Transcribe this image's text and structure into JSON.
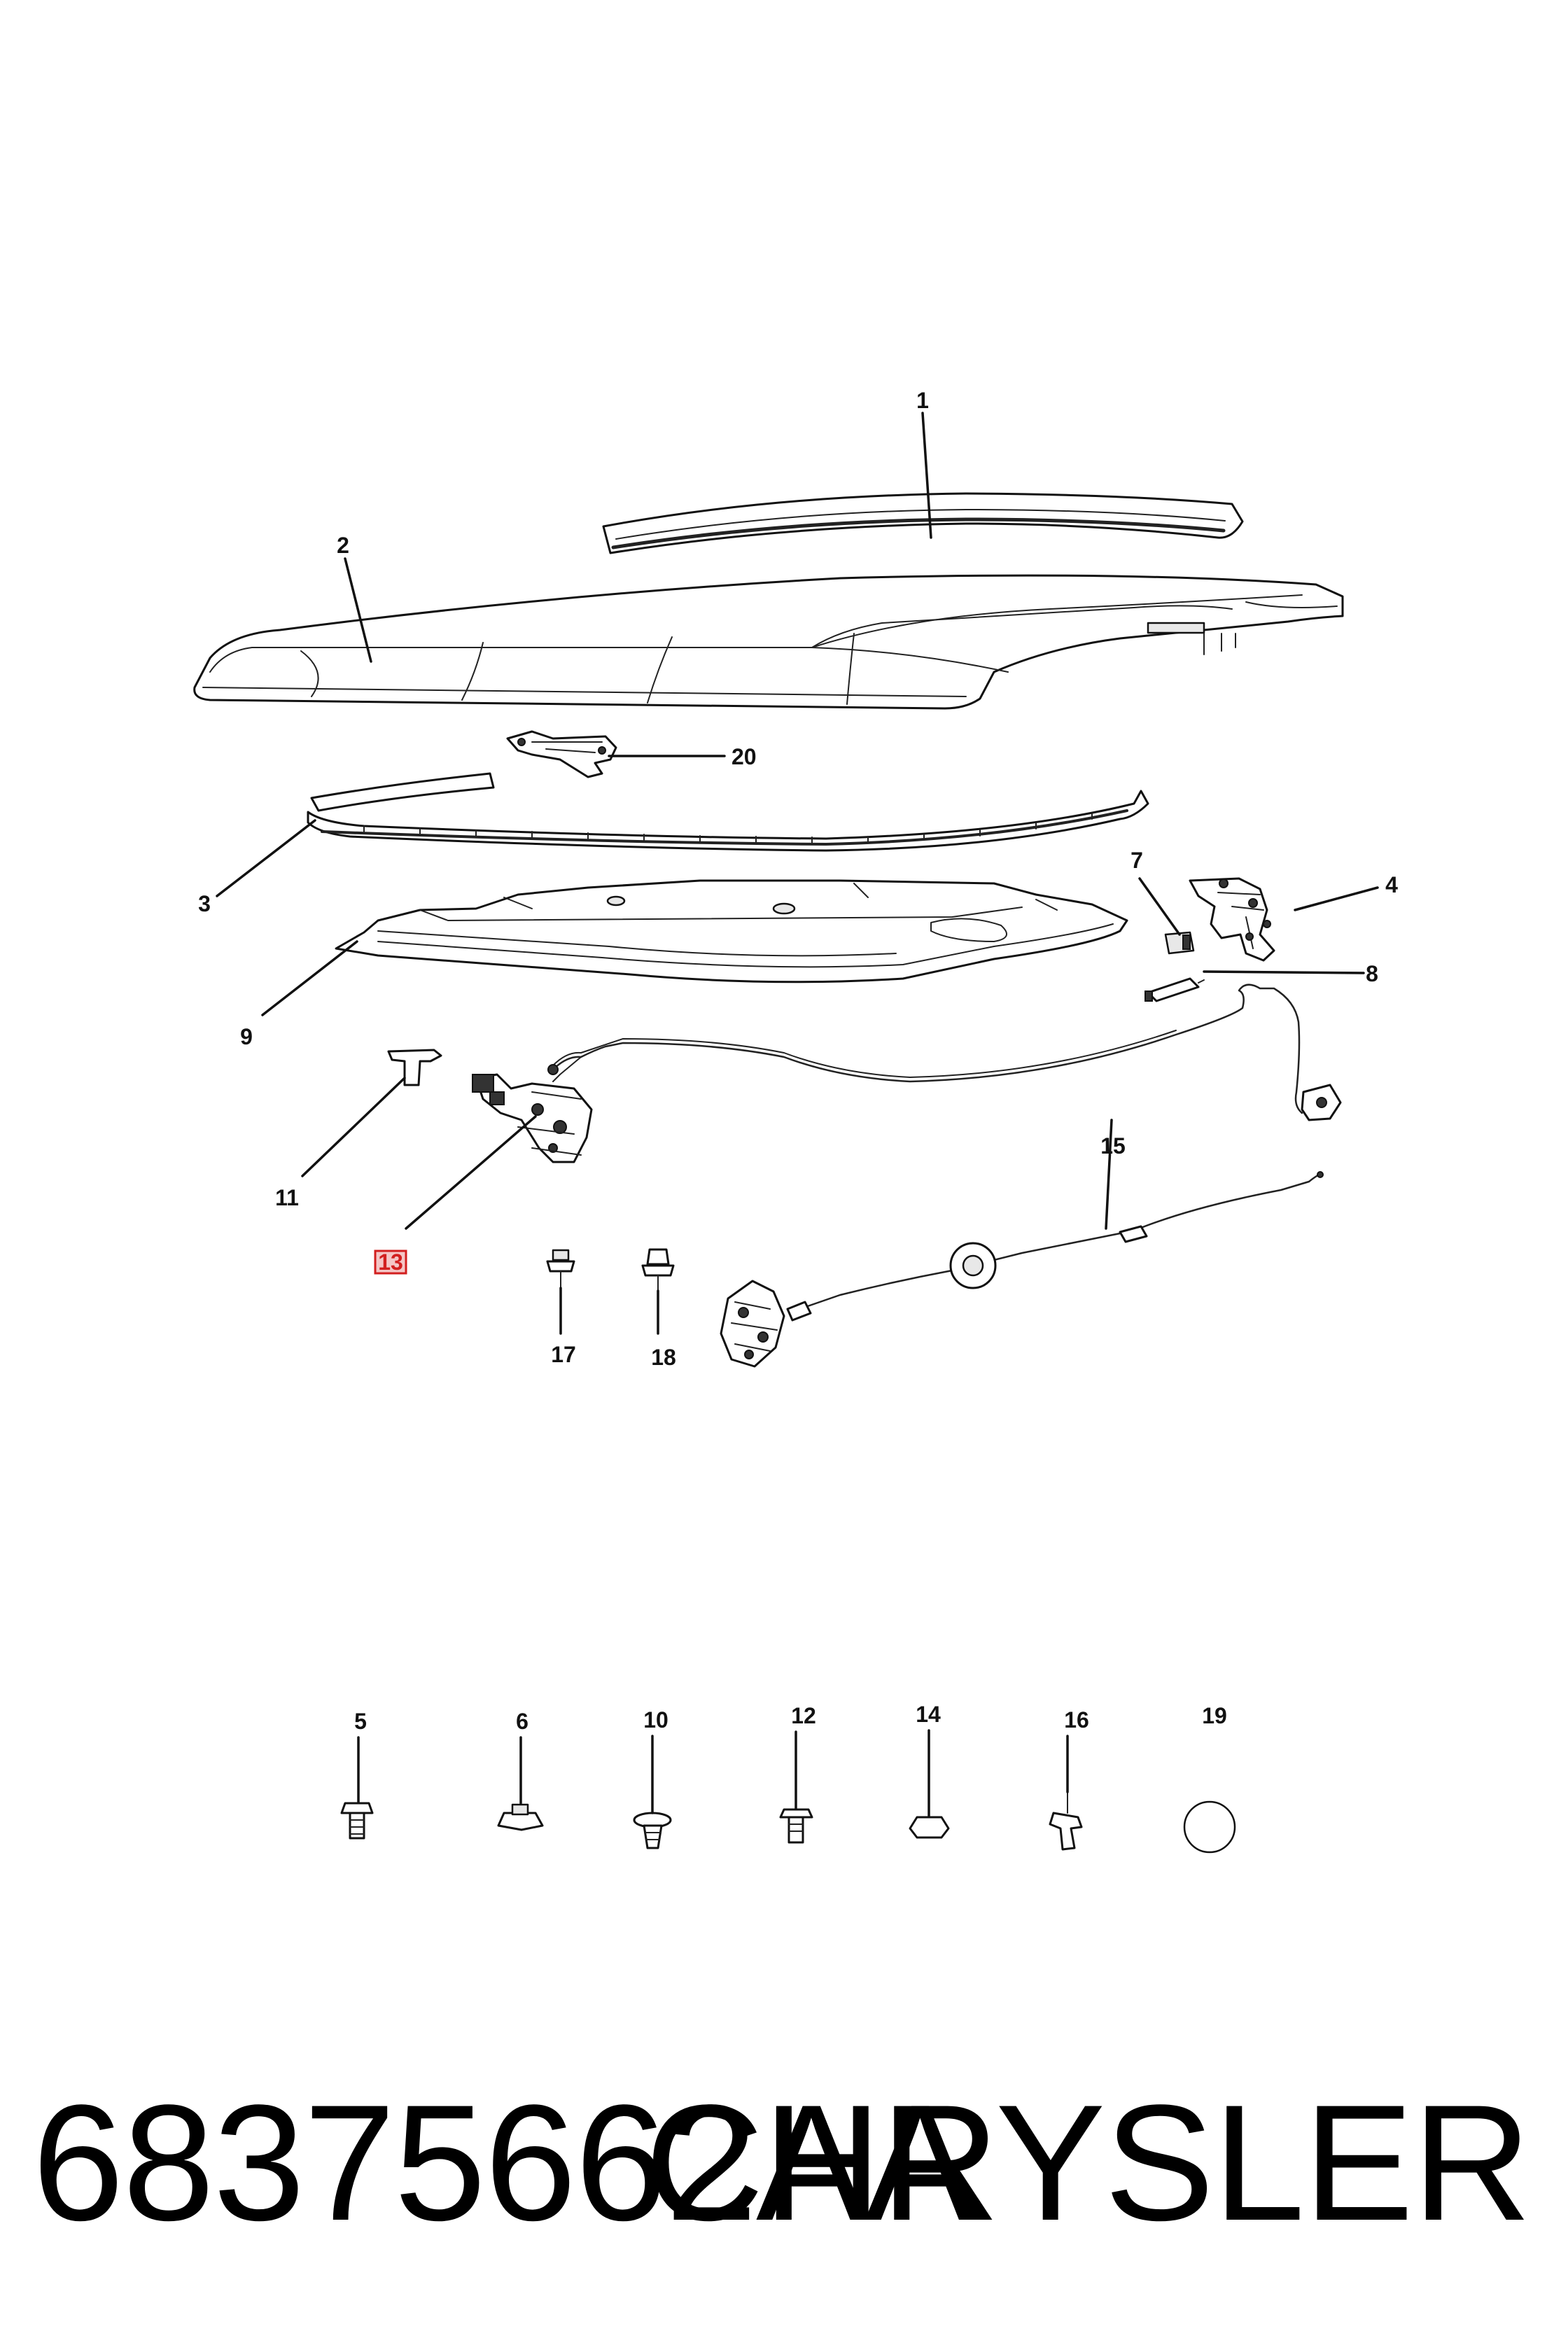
{
  "diagram": {
    "callouts": [
      "1",
      "2",
      "20",
      "3",
      "7",
      "4",
      "9",
      "8",
      "11",
      "15",
      "13",
      "17",
      "18",
      "5",
      "6",
      "10",
      "12",
      "14",
      "16",
      "19"
    ],
    "highlighted_callout": "13",
    "highlight_color": "#d21f1f"
  },
  "footer": {
    "part_number": "68375662AA",
    "brand": "CHRYSLER"
  }
}
